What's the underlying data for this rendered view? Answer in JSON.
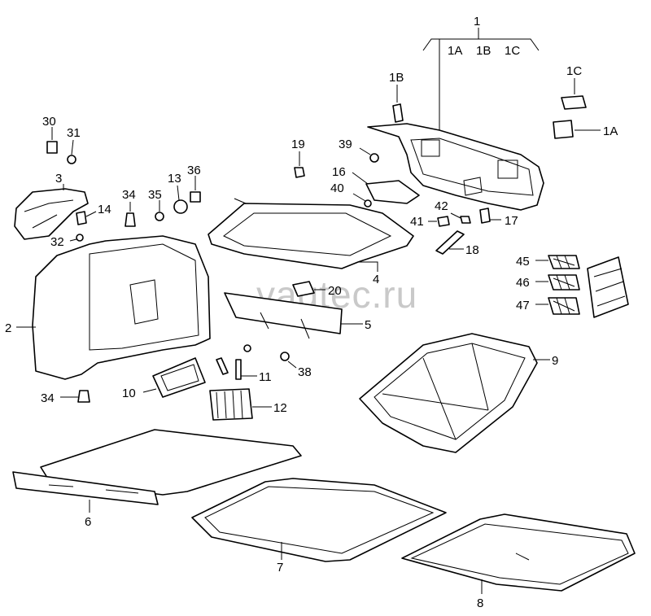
{
  "watermark": "vagtec.ru",
  "group": {
    "label": "1",
    "subs": [
      "1A",
      "1B",
      "1C"
    ]
  },
  "labels": {
    "p1a": "1A",
    "p1b": "1B",
    "p1c": "1C",
    "p2": "2",
    "p3": "3",
    "p4": "4",
    "p5": "5",
    "p6": "6",
    "p7": "7",
    "p8": "8",
    "p9": "9",
    "p10": "10",
    "p11": "11",
    "p12": "12",
    "p13": "13",
    "p14": "14",
    "p16": "16",
    "p17": "17",
    "p18": "18",
    "p19": "19",
    "p20": "20",
    "p30": "30",
    "p31": "31",
    "p32": "32",
    "p34a": "34",
    "p34b": "34",
    "p35": "35",
    "p36": "36",
    "p38": "38",
    "p39": "39",
    "p40": "40",
    "p41": "41",
    "p42": "42",
    "p45": "45",
    "p46": "46",
    "p47": "47"
  }
}
